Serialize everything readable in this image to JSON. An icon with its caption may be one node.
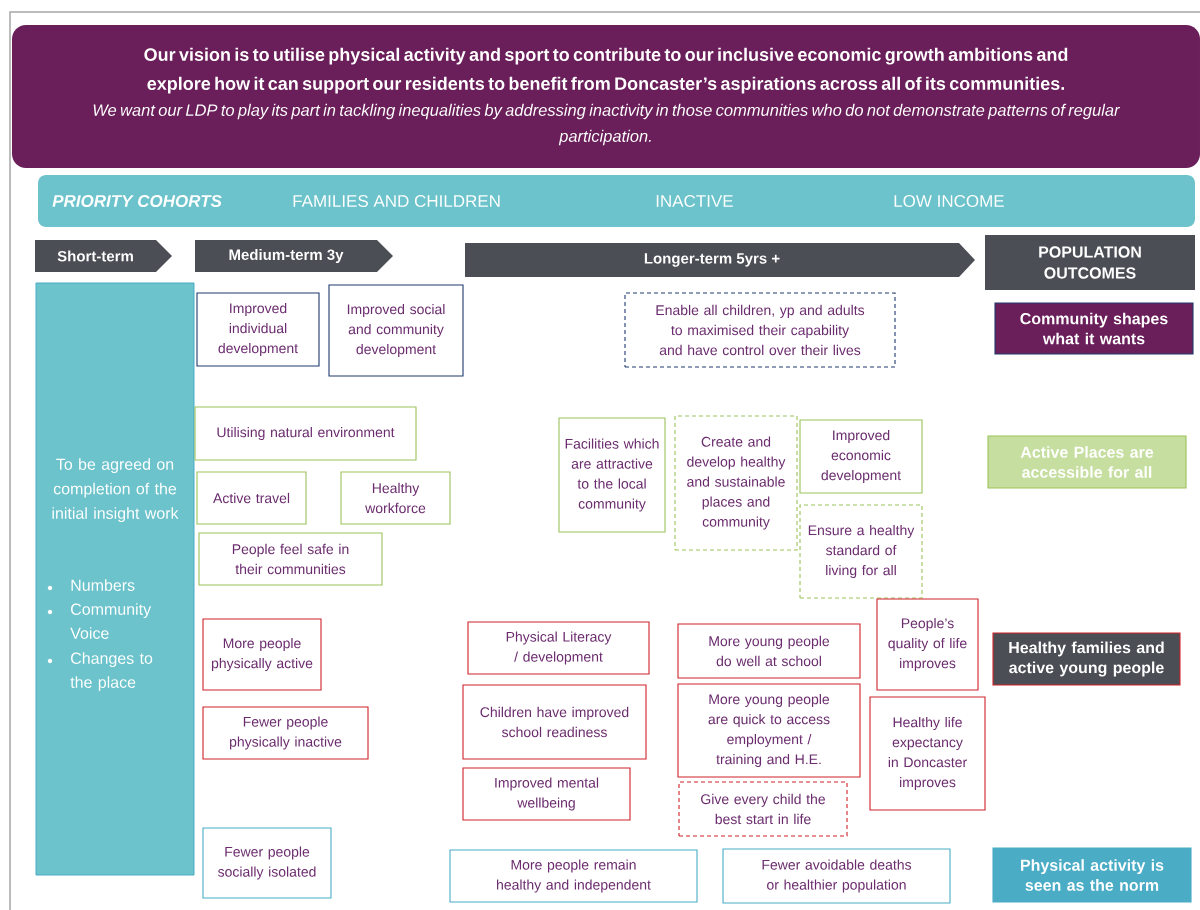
{
  "diagram": {
    "nodes": [
      {
        "text": [
          "Our vision is to utilise physical activity and sport to contribute to our inclusive economic growth ambitions and explore how it can support our residents to benefit from Doncaster’s aspirations across all of its communities.",
          "We want our LDP to play its part in tackling inequalities by addressing inactivity in those communities who do not demonstrate patterns of regular participation."
        ]
      },
      {
        "text": [
          "PRIORITY COHORTS",
          "FAMILIES AND CHILDREN",
          "INACTIVE",
          "LOW INCOME"
        ]
      },
      {
        "text": [
          "Short-term"
        ]
      },
      {
        "text": [
          "Medium-term 3y"
        ]
      },
      {
        "text": [
          "Longer-term 5yrs +"
        ]
      },
      {
        "text": [
          "POPULATION OUTCOMES"
        ]
      },
      {
        "text": [
          "To be agreed on completion of the initial insight work",
          "Numbers",
          "Community Voice",
          "Changes to the place"
        ]
      },
      {
        "text": [
          "Improved individual development"
        ]
      },
      {
        "text": [
          "Improved social and community development"
        ]
      },
      {
        "text": [
          "Enable all children, yp and adults to maximised their capability and have control over their lives"
        ]
      },
      {
        "text": [
          "Community shapes what it wants"
        ]
      },
      {
        "text": [
          "Utilising natural environment"
        ]
      },
      {
        "text": [
          "Facilities which are attractive to the local community"
        ]
      },
      {
        "text": [
          "Create and develop healthy and sustainable places and community"
        ]
      },
      {
        "text": [
          "Improved economic development"
        ]
      },
      {
        "text": [
          "Active Places are accessible for all"
        ]
      },
      {
        "text": [
          "Active travel"
        ]
      },
      {
        "text": [
          "Healthy workforce"
        ]
      },
      {
        "text": [
          "People feel safe in their communities"
        ]
      },
      {
        "text": [
          "Ensure a healthy standard of living for all"
        ]
      },
      {
        "text": [
          "More people physically active"
        ]
      },
      {
        "text": [
          "Physical Literacy / development"
        ]
      },
      {
        "text": [
          "More young people do well at school"
        ]
      },
      {
        "text": [
          "People’s quality of life improves"
        ]
      },
      {
        "text": [
          "Healthy families and active young people"
        ]
      },
      {
        "text": [
          "Children have improved school readiness"
        ]
      },
      {
        "text": [
          "More young people are quick to access employment / training and H.E."
        ]
      },
      {
        "text": [
          "Fewer people physically inactive"
        ]
      },
      {
        "text": [
          "Healthy life expectancy in Doncaster improves"
        ]
      },
      {
        "text": [
          "Improved mental wellbeing"
        ]
      },
      {
        "text": [
          "Give every child the best start in life"
        ]
      },
      {
        "text": [
          "Fewer people socially isolated"
        ]
      },
      {
        "text": [
          "More people remain healthy and independent"
        ]
      },
      {
        "text": [
          "Fewer avoidable deaths or healthier population"
        ]
      },
      {
        "text": [
          "Physical activity is seen as the norm"
        ]
      }
    ]
  }
}
